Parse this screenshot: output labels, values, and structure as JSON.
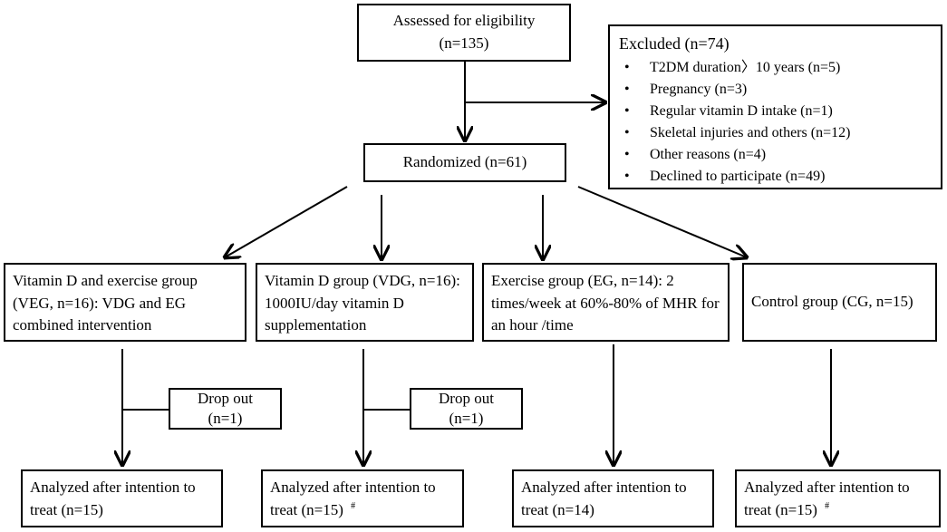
{
  "assessed": {
    "line1": "Assessed for eligibility",
    "line2": "(n=135)"
  },
  "excluded": {
    "title": "Excluded (n=74)",
    "reasons": [
      "T2DM duration〉10 years (n=5)",
      "Pregnancy (n=3)",
      "Regular vitamin D intake (n=1)",
      "Skeletal injuries and others (n=12)",
      "Other reasons (n=4)",
      "Declined to participate (n=49)"
    ]
  },
  "randomized": "Randomized (n=61)",
  "groups": [
    {
      "text": "Vitamin D and exercise group (VEG, n=16): VDG and EG combined intervention"
    },
    {
      "text": "Vitamin D group (VDG, n=16): 1000IU/day vitamin D supplementation"
    },
    {
      "text": "Exercise group (EG, n=14): 2 times/week at 60%-80% of MHR for an hour /time"
    },
    {
      "text": "Control group (CG, n=15)"
    }
  ],
  "dropouts": [
    {
      "line1": "Drop out",
      "line2": "(n=1)"
    },
    {
      "line1": "Drop out",
      "line2": "(n=1)"
    }
  ],
  "analyzed": [
    {
      "text": "Analyzed after intention to treat (n=15)",
      "mark": ""
    },
    {
      "text": "Analyzed after intention to treat (n=15)",
      "mark": "#"
    },
    {
      "text": "Analyzed after intention to treat (n=14)",
      "mark": ""
    },
    {
      "text": "Analyzed after intention to treat (n=15)",
      "mark": "#"
    }
  ]
}
